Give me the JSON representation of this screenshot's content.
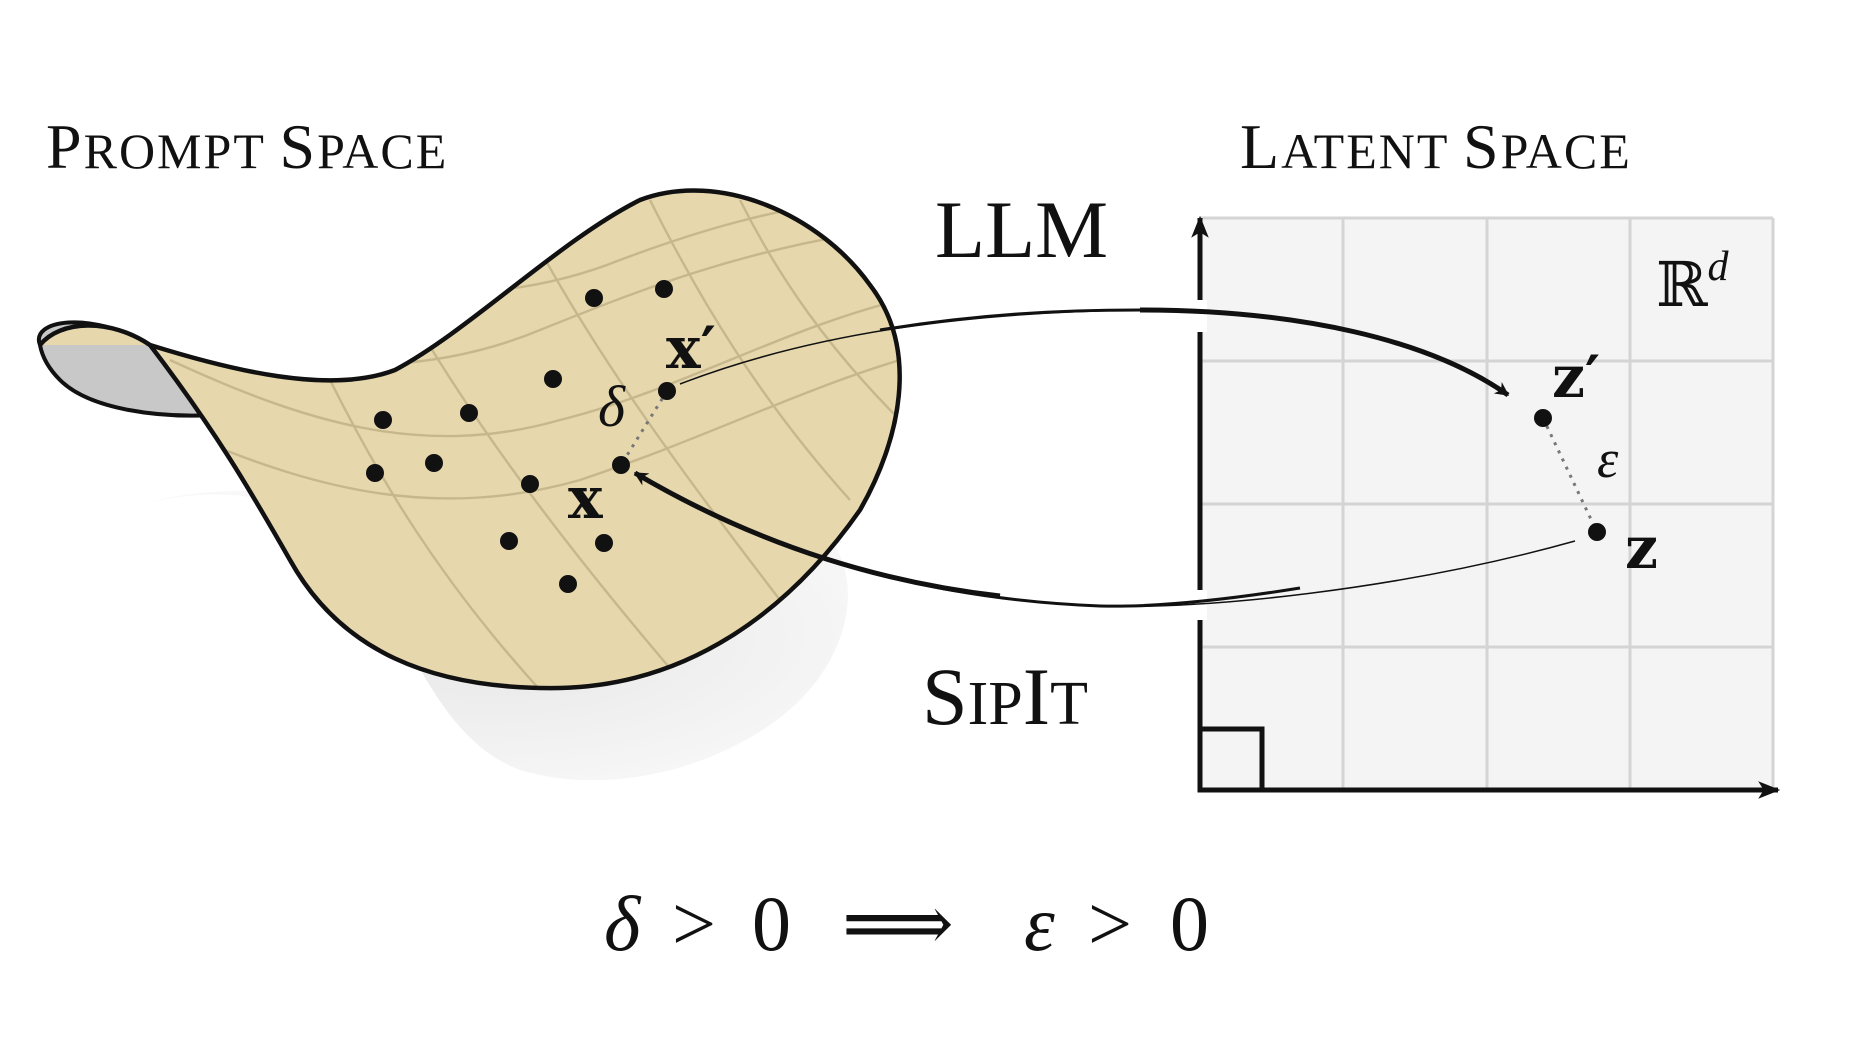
{
  "prompt_space": {
    "title_big_1": "P",
    "title_small_1": "ROMPT",
    "title_big_2": "S",
    "title_small_2": "PACE",
    "point_x_label": "x",
    "point_x_prime_label": "x′",
    "distance_label": "δ"
  },
  "latent_space": {
    "title_big_1": "L",
    "title_small_1": "ATENT",
    "title_big_2": "S",
    "title_small_2": "PACE",
    "space_label_base": "ℝ",
    "space_label_sup": "d",
    "point_z_label": "z",
    "point_z_prime_label": "z′",
    "distance_label": "ε"
  },
  "mappings": {
    "forward_label": "LLM",
    "inverse_big_1": "S",
    "inverse_small_1": "IP",
    "inverse_big_2": "I",
    "inverse_small_2": "T"
  },
  "formula": {
    "lhs_var": "δ",
    "lhs_op": ">",
    "lhs_val": "0",
    "implies": "⟹",
    "rhs_var": "ε",
    "rhs_op": ">",
    "rhs_val": "0"
  },
  "colors": {
    "manifold_fill": "#e6d7ad",
    "manifold_underside": "#c8c8c8",
    "shadow": "#e9e9e9",
    "grid_background": "#f4f4f4",
    "grid_lines": "#d4d4d4",
    "ink": "#111111"
  }
}
